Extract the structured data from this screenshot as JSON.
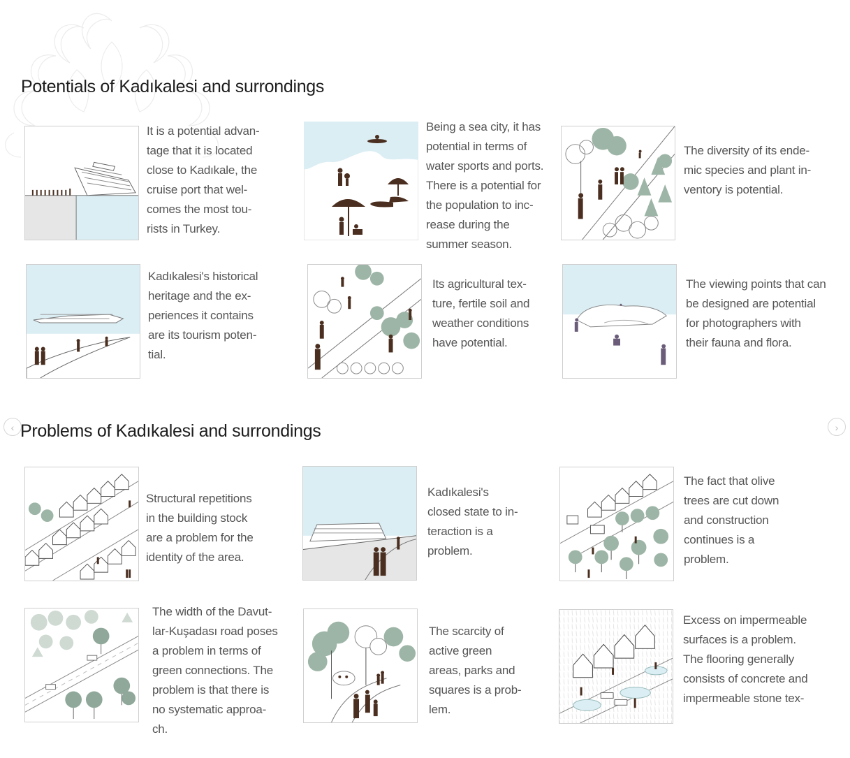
{
  "sections": {
    "potentials_title": "Potentials of Kadıkalesi and surrondings",
    "problems_title": "Problems of Kadıkalesi and surrondings"
  },
  "potentials": [
    {
      "text": "It is a potential advan-\ntage that it is located\nclose to Kadıkale, the\ncruise port that wel-\ncomes the most tou-\nrists in Turkey.",
      "icon": "cruise-ship-icon"
    },
    {
      "text": "Being a sea city, it has\npotential in terms of\nwater sports and ports.\nThere is a potential for\nthe population to inc-\nrease during the\nsummer season.",
      "icon": "beach-umbrella-icon"
    },
    {
      "text": "The diversity of its ende-\nmic species and plant in-\nventory is potential.",
      "icon": "forest-path-icon"
    },
    {
      "text": "Kadıkalesi's historical\nheritage and the ex-\nperiences it contains\nare its tourism poten-\ntial.",
      "icon": "historic-castle-icon"
    },
    {
      "text": "Its agricultural tex-\nture, fertile soil and\nweather conditions\nhave potential.",
      "icon": "agriculture-field-icon"
    },
    {
      "text": "The viewing points that can\nbe designed are potential\nfor photographers with\ntheir fauna and flora.",
      "icon": "viewpoint-hikers-icon"
    }
  ],
  "problems": [
    {
      "text": "Structural repetitions\nin the building stock\nare a problem for the\nidentity of the area.",
      "icon": "repeated-houses-icon"
    },
    {
      "text": "Kadıkalesi's\nclosed state to in-\nteraction is a\nproblem.",
      "icon": "closed-castle-icon"
    },
    {
      "text": "The fact that olive\ntrees are cut down\nand construction\ncontinues is a\nproblem.",
      "icon": "construction-trees-icon"
    },
    {
      "text": "The width of the Davut-\nlar-Kuşadası road poses\na problem in terms of\ngreen connections. The\nproblem is that there is\nno systematic approa-\nch.",
      "icon": "wide-road-icon"
    },
    {
      "text": "The scarcity of\nactive green\nareas, parks and\nsquares is a prob-\nlem.",
      "icon": "green-scarcity-icon"
    },
    {
      "text": "Excess on impermeable\nsurfaces is a problem.\nThe flooring generally\nconsists of concrete and\nimpermeable stone tex-",
      "icon": "impermeable-surface-icon"
    }
  ],
  "nav": {
    "prev": "‹",
    "next": "›"
  },
  "colors": {
    "sky": "#dbeef4",
    "figure": "#4a2e1f",
    "tree": "#9db5a6",
    "line": "#7a7a7a",
    "title": "#1d1d1d",
    "body_text": "#555555"
  }
}
